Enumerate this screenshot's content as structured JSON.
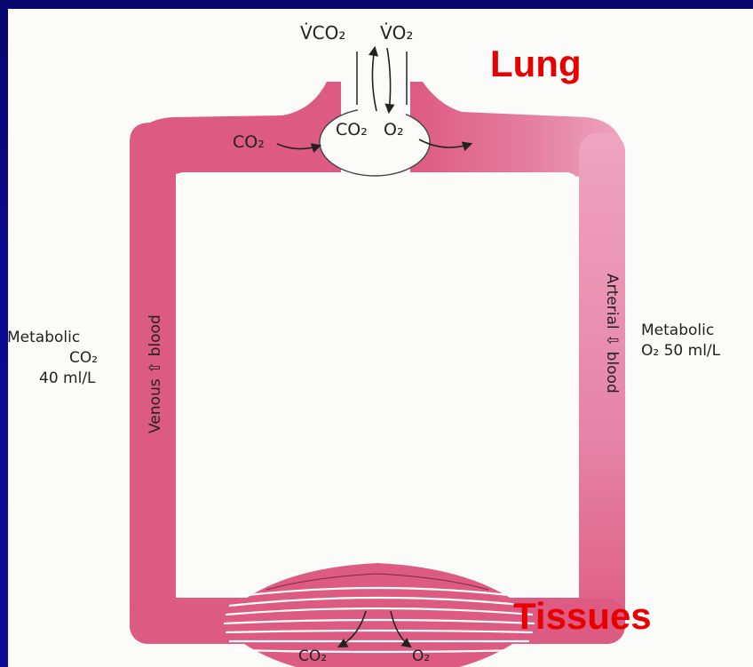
{
  "labels": {
    "vco2": "V̇CO₂",
    "vo2": "V̇O₂",
    "lung": "Lung",
    "tissues": "Tissues",
    "lung_co2_in": "CO₂",
    "lung_co2": "CO₂",
    "lung_o2": "O₂",
    "venous_blood": "Venous ⇧ blood",
    "arterial_blood": "Arterial ⇩ blood",
    "metabolic_left_line1": "Metabolic",
    "metabolic_left_line2": "CO₂",
    "metabolic_left_line3": "40 ml/L",
    "metabolic_right_line1": "Metabolic",
    "metabolic_right_line2": "O₂ 50 ml/L",
    "tissue_co2": "CO₂",
    "tissue_o2": "O₂"
  },
  "colors": {
    "background": "#0a0a8c",
    "panel": "#fbfbf9",
    "vessel": "#dd5a82",
    "vessel_light": "#ec9ab6",
    "title_red": "#e60000",
    "ink": "#222222"
  }
}
